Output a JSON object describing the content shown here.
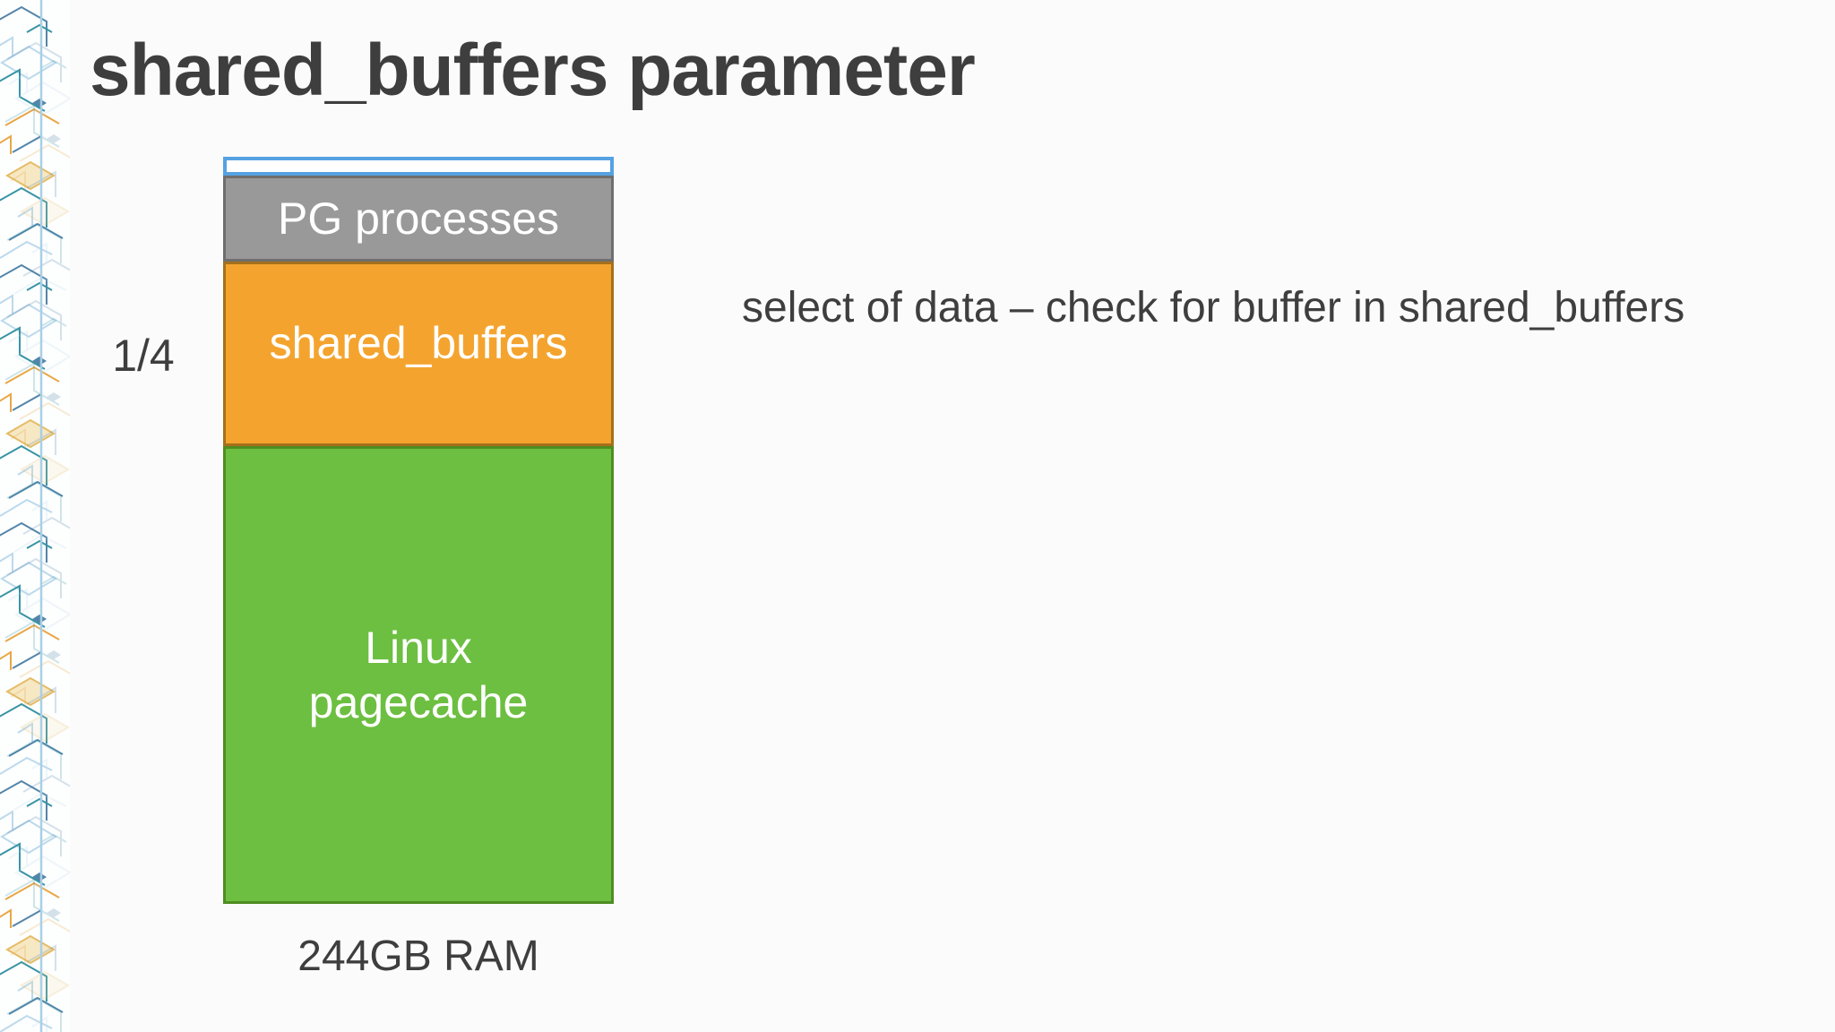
{
  "slide": {
    "title": "shared_buffers parameter",
    "annotation": "select of data – check for buffer in shared_buffers"
  },
  "diagram": {
    "type": "stacked-memory-bar",
    "description": "Division of server RAM between PostgreSQL and the OS",
    "total_label": "244GB RAM",
    "fraction_label": "1/4",
    "fraction_refers_to": "shared_buffers",
    "segments": [
      {
        "name": "free-sliver",
        "label": "",
        "fill": "#ffffff",
        "border": "#55a2e2",
        "height_frac": 0.024
      },
      {
        "name": "pg-processes",
        "label": "PG processes",
        "fill": "#999999",
        "border": "#6e6e6e",
        "height_frac": 0.115
      },
      {
        "name": "shared-buffers",
        "label": "shared_buffers",
        "fill": "#f4a42e",
        "border": "#a5701c",
        "height_frac": 0.247
      },
      {
        "name": "linux-pagecache",
        "label": "Linux pagecache",
        "lines": [
          "Linux",
          "pagecache"
        ],
        "fill": "#6dbf41",
        "border": "#4f8d22",
        "height_frac": 0.614
      }
    ]
  },
  "colors": {
    "title_text": "#3e3e3e",
    "segment_text": "#ffffff",
    "background": "#fbfbfb",
    "accent_blue": "#55a2e2",
    "deco_steel_blue": "#4a7fa5",
    "deco_teal": "#2e8fa0",
    "deco_pale_blue": "#b9d8ec",
    "deco_orange": "#e8a23c",
    "deco_pale_yellow": "#f3dda6"
  }
}
